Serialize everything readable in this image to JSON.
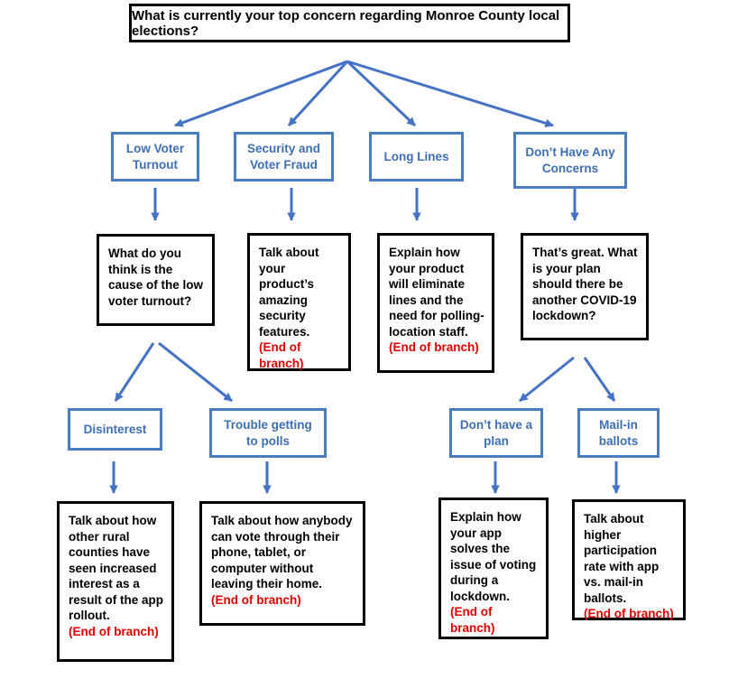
{
  "question": "What is currently your top concern regarding Monroe County local elections?",
  "end_label": "(End of branch)",
  "categories": {
    "low_turnout": "Low Voter\nTurnout",
    "security": "Security and\nVoter Fraud",
    "long_lines": "Long Lines",
    "no_concerns": "Don’t Have Any\nConcerns",
    "disinterest": "Disinterest",
    "trouble": "Trouble getting\nto polls",
    "no_plan": "Don’t have a\nplan",
    "mail_in": "Mail-in\nballots"
  },
  "responses": {
    "turnout_question": "What do you think is the cause of the low voter turnout?",
    "security": "Talk about your product’s amazing security features.",
    "long_lines": "Explain how your product will eliminate lines and the need for polling-location staff.",
    "no_concerns_question": "That’s great. What is your plan should there be another COVID-19 lockdown?",
    "disinterest": "Talk about how other rural counties have seen increased interest as a result of the app rollout.",
    "trouble": "Talk about how anybody can vote through their phone, tablet, or computer without leaving their home.",
    "no_plan": "Explain how your app solves the issue of voting during a lockdown.",
    "mail_in": "Talk about higher participation rate with app vs. mail-in ballots."
  },
  "colors": {
    "arrow": "#4472c4",
    "box_border_blue": "#4a7cc0",
    "end_text": "#e00000"
  }
}
